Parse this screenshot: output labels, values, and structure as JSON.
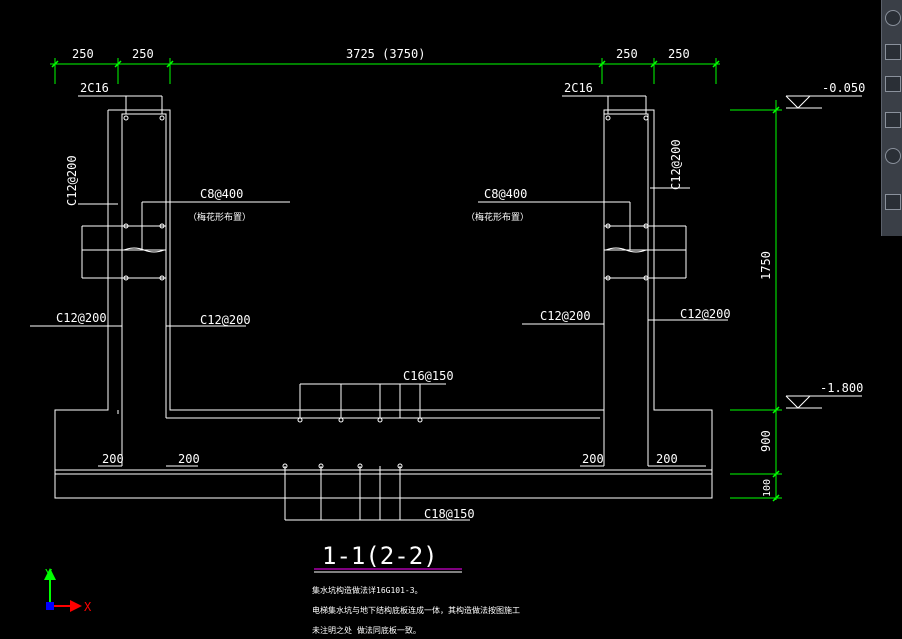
{
  "dimensions": {
    "top": [
      "250",
      "250",
      "3725 (3750)",
      "250",
      "250"
    ],
    "vertical": [
      "1750",
      "900",
      "100"
    ]
  },
  "elevations": {
    "top": "-0.050",
    "bottom": "-1.800"
  },
  "labels": {
    "top_left": "2C16",
    "top_right": "2C16",
    "vert_left": "C12@200",
    "vert_right": "C12@200",
    "mid_left": "C8@400",
    "mid_right": "C8@400",
    "mid_left_note": "（梅花形布置）",
    "mid_right_note": "（梅花形布置）",
    "outer_left": "C12@200",
    "inner_left": "C12@200",
    "inner_right": "C12@200",
    "outer_right": "C12@200",
    "slab_top": "C16@150",
    "slab_bottom": "C18@150",
    "leg_200_1": "200",
    "leg_200_2": "200",
    "leg_200_3": "200",
    "leg_200_4": "200"
  },
  "section_title": "1-1(2-2)",
  "notes": [
    "集水坑构造做法详16G101-3。",
    "电梯集水坑与地下结构底板连成一体，其构造做法按图施工",
    "未注明之处 做法同底板一致。"
  ],
  "ucs": {
    "y": "Y",
    "x": "X"
  },
  "colors": {
    "line": "#ffffff",
    "dimension": "#00ff00",
    "title_underline": "#ff00ff",
    "ucs_x": "#ff0000",
    "ucs_y": "#00ff00",
    "ucs_origin": "#0000ff"
  }
}
